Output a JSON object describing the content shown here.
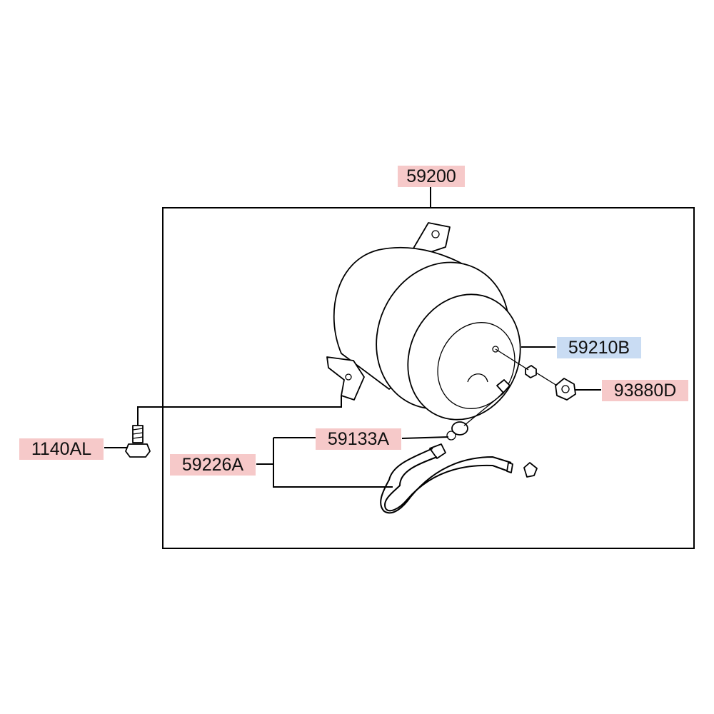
{
  "diagram": {
    "parts": [
      {
        "id": "p59200",
        "number": "59200",
        "highlight": "pink"
      },
      {
        "id": "p59210B",
        "number": "59210B",
        "highlight": "blue"
      },
      {
        "id": "p93880D",
        "number": "93880D",
        "highlight": "pink"
      },
      {
        "id": "p59133A",
        "number": "59133A",
        "highlight": "pink"
      },
      {
        "id": "p59226A",
        "number": "59226A",
        "highlight": "pink"
      },
      {
        "id": "p1140AL",
        "number": "1140AL",
        "highlight": "pink"
      }
    ]
  },
  "colors": {
    "pink_highlight": "#f6c9c9",
    "blue_highlight": "#c9dcf3",
    "line": "#000000"
  }
}
